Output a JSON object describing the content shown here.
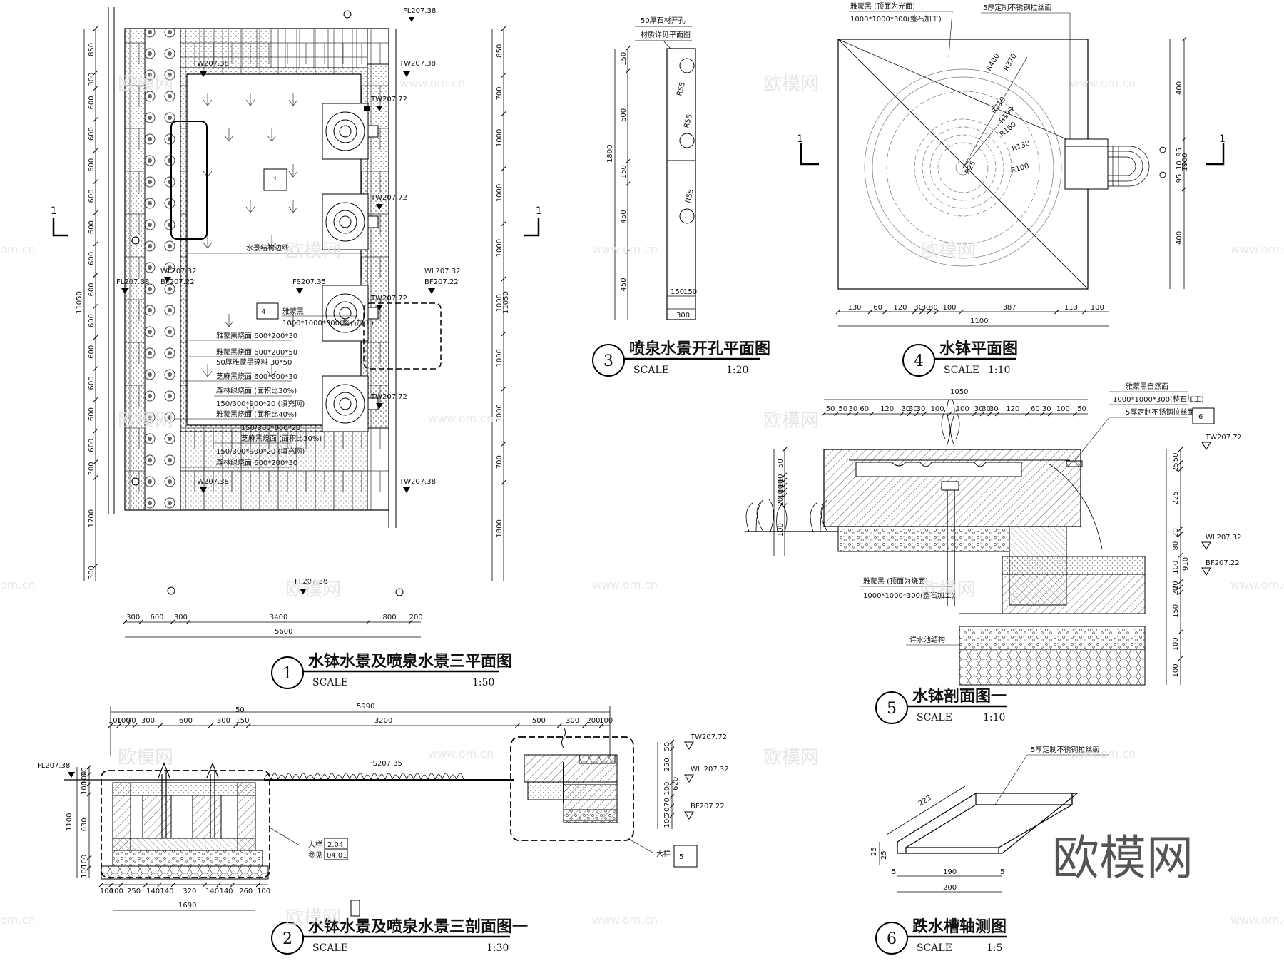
{
  "views": {
    "v1": {
      "num": "1",
      "title": "水钵水景及喷泉水景三平面图",
      "scale_label": "SCALE",
      "scale": "1:50"
    },
    "v2": {
      "num": "2",
      "title": "水钵水景及喷泉水景三剖面图一",
      "scale_label": "SCALE",
      "scale": "1:30"
    },
    "v3": {
      "num": "3",
      "title": "喷泉水景开孔平面图",
      "scale_label": "SCALE",
      "scale": "1:20"
    },
    "v4": {
      "num": "4",
      "title": "水钵平面图",
      "scale_label": "SCALE",
      "scale": "1:10"
    },
    "v5": {
      "num": "5",
      "title": "水钵剖面图一",
      "scale_label": "SCALE",
      "scale": "1:10"
    },
    "v6": {
      "num": "6",
      "title": "跌水槽轴测图",
      "scale_label": "SCALE",
      "scale": "1:5"
    }
  },
  "plan": {
    "elev": {
      "fl_top": "FL207.38",
      "tw_tl": "TW207.38",
      "tw_tr": "TW207.38",
      "tw_bl": "TW207.38",
      "tw_br": "TW207.38",
      "fl_left": "FL207.38",
      "fl_bottom": "FL207.38",
      "wl_left": "WL207.32",
      "bf_left": "BF207.22",
      "wl_right": "WL207.32",
      "bf_right": "BF207.22",
      "fs": "FS207.35",
      "tw1": "TW207.72",
      "tw2": "TW207.72",
      "tw3": "TW207.72",
      "tw4": "TW207.72"
    },
    "notes": [
      "水景结构边线",
      "雅蒙黑",
      "1000*1000*300(整石加工)",
      "雅蒙黑烧面 600*200*30",
      "雅蒙黑烧面 600*200*50",
      "50厚雅蒙黑碎料 30*50",
      "芝麻黑烧面 600*200*30",
      "森林绿烧面 (面积比30%)",
      "150/300*900*20 (填充网)",
      "雅蒙黑烧面 (面积比40%)",
      "150/300*900*20",
      "芝麻黑烧面 (面积比30%)",
      "150/300*900*20 (填充网)",
      "森林绿烧面 600*200*30"
    ],
    "tag3": "3",
    "tag4": "4",
    "cut": "1",
    "dims_left": [
      "850",
      "300",
      "600",
      "600",
      "600",
      "600",
      "600",
      "600",
      "600",
      "600",
      "600",
      "600",
      "600",
      "600",
      "300",
      "1700",
      "300"
    ],
    "dim_left_total": "11050",
    "dims_right": [
      "850",
      "700",
      "1000",
      "1000",
      "1000",
      "1000",
      "1000",
      "1000",
      "700",
      "1800"
    ],
    "dim_right_total": "11050",
    "dims_bottom": [
      "300",
      "600",
      "300",
      "3400",
      "800",
      "200"
    ],
    "dim_bottom_total": "5600"
  },
  "section2": {
    "dims_top": [
      "100",
      "100",
      "90",
      "300",
      "600",
      "300",
      "150",
      "3200",
      "500",
      "300",
      "200",
      "100"
    ],
    "dim_top_extra": "50",
    "dim_top_total": "5990",
    "dims_bottom": [
      "100",
      "100",
      "250",
      "140",
      "140",
      "320",
      "140",
      "140",
      "260",
      "100"
    ],
    "dim_bottom_total": "1690",
    "dims_left": [
      "70",
      "100",
      "100",
      "630",
      "100",
      "100"
    ],
    "dim_left_total": "1100",
    "dims_right": [
      "50",
      "250",
      "100",
      "70",
      "70",
      "100"
    ],
    "dim_right_total": "620",
    "elev": {
      "fl": "FL207.38",
      "fs": "FS207.35",
      "tw": "TW207.72",
      "wl": "WL 207.32",
      "bf": "BF207.22"
    },
    "detail1_label": "大样",
    "detail1_ref_top": "2.04",
    "detail1_see": "参见",
    "detail1_ref_bot": "04.01",
    "detail2_label": "大样",
    "detail2_ref": "5"
  },
  "detail3": {
    "notes": [
      "50厚石材开孔",
      "材质详见平面图"
    ],
    "dims_left": [
      "150",
      "600",
      "150",
      "450",
      "450"
    ],
    "dim_left_total": "1800",
    "dims_bottom": [
      "150",
      "150"
    ],
    "dim_bottom_total": "300",
    "holes": [
      "R55",
      "R55",
      "R55"
    ]
  },
  "detail4": {
    "notes": [
      "雅蒙黑 (顶面为光面)",
      "1000*1000*300(整石加工)",
      "5厚定制不锈钢拉丝面"
    ],
    "radii": [
      "R400",
      "R370",
      "R310",
      "R190",
      "R160",
      "R130",
      "R100",
      "R25"
    ],
    "dims_right": [
      "400",
      "95",
      "10",
      "95",
      "400"
    ],
    "dim_right_total": "1000",
    "dims_bottom": [
      "130",
      "60",
      "120",
      "30",
      "30",
      "30",
      "100",
      "387",
      "113",
      "100"
    ],
    "dim_bottom_total": "1100",
    "cut": "1"
  },
  "section5": {
    "dim_top_total": "1050",
    "dims_top": [
      "50",
      "50",
      "30",
      "60",
      "120",
      "30",
      "30",
      "30",
      "100",
      "100",
      "30",
      "30",
      "30",
      "120",
      "60",
      "30",
      "100",
      "50"
    ],
    "notes": [
      "雅蒙黑自然面",
      "1000*1000*300(整石加工)",
      "5厚定制不锈钢拉丝面",
      "雅蒙黑 (顶面为烧面)",
      "1000*1000*300(整石加工)",
      "详水池结构"
    ],
    "tag": "6",
    "elev": {
      "tw": "TW207.72",
      "wl": "WL207.32",
      "bf": "BF207.22"
    },
    "dims_right": [
      "50",
      "25",
      "225",
      "20",
      "80",
      "100",
      "20",
      "20",
      "150",
      "100",
      "100"
    ],
    "dim_right_total": "910",
    "dims_left": [
      "50",
      "10",
      "10",
      "10",
      "10",
      "20",
      "100"
    ]
  },
  "detail6": {
    "note": "5厚定制不锈钢拉丝面",
    "dims": {
      "len": "223",
      "h1": "25",
      "h2": "25",
      "w_in": "190",
      "w_out": "200",
      "t1": "5",
      "t2": "5"
    }
  },
  "watermark": {
    "text": "欧模网",
    "site": "www.om.cn",
    "site_short": "om.cn"
  },
  "brand": "欧模网"
}
